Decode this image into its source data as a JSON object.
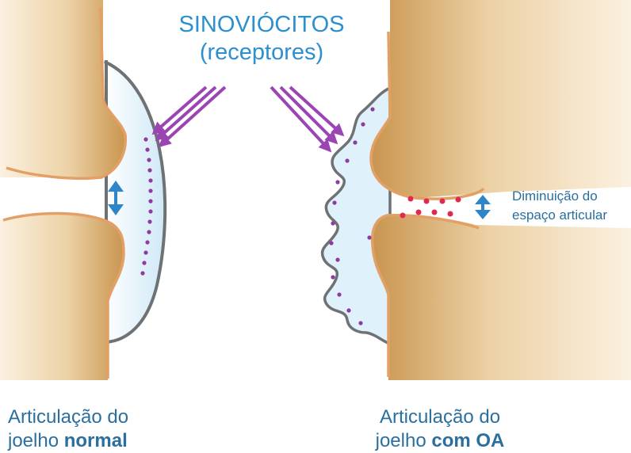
{
  "title": {
    "line1": "SINOVIÓCITOS",
    "line2": "(receptores)"
  },
  "space_note": {
    "line1": "Diminuição do",
    "line2": "espaço articular"
  },
  "normal_caption": {
    "line1": "Articulação do",
    "line2_prefix": "joelho ",
    "line2_bold": "normal"
  },
  "oa_caption": {
    "line1": "Articulação do",
    "line2_prefix": "joelho ",
    "line2_bold": "com OA"
  },
  "colors": {
    "title_blue": "#2c8fcf",
    "caption_blue": "#2a6f9e",
    "arrow_purple": "#9b45b4",
    "dot_purple": "#8e3a9e",
    "dot_red": "#e0294f",
    "bone_outline": "#e3a066",
    "capsule_gray": "#6f7275",
    "fluid_blue": "#dff1fa",
    "double_arrow": "#2e86c8"
  }
}
